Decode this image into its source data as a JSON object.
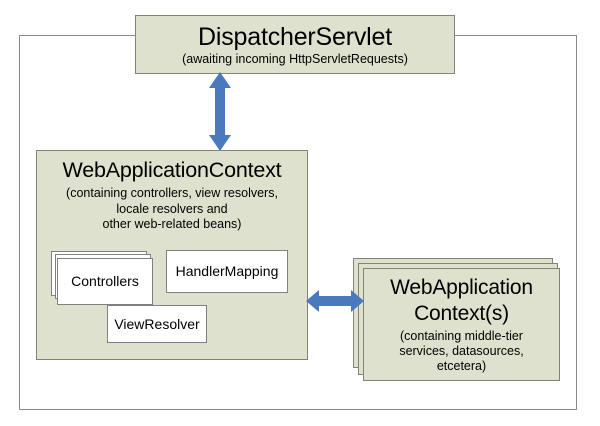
{
  "diagram": {
    "type": "architecture-diagram",
    "palette": {
      "box_fill": "#DEE1CD",
      "box_border": "#7F8573",
      "inner_box_fill": "#FFFFFF",
      "inner_box_border": "#808080",
      "arrow_color": "#4A79BE",
      "frame_border": "#8A8A8A",
      "background": "#FFFFFF",
      "text": "#000000"
    },
    "outer_frame": {
      "name": "servlet-container-frame",
      "label": ""
    },
    "dispatcher_servlet": {
      "title": "DispatcherServlet",
      "subtitle": "(awaiting incoming HttpServletRequests)"
    },
    "web_application_context": {
      "title": "WebApplicationContext",
      "subtitle": "(containing controllers, view resolvers,\nlocale resolvers and\nother web-related beans)",
      "beans": [
        {
          "label": "Controllers",
          "stacked": true,
          "stack_count": 3
        },
        {
          "label": "HandlerMapping",
          "stacked": false,
          "stack_count": 1
        },
        {
          "label": "ViewResolver",
          "stacked": false,
          "stack_count": 1
        }
      ]
    },
    "root_contexts": {
      "title": "WebApplication\nContext(s)",
      "subtitle": "(containing middle-tier\nservices, datasources,\netcetera)",
      "stack_count": 3
    },
    "arrows": [
      {
        "name": "dispatcher-to-web-application-context",
        "orientation": "vertical",
        "double_headed": true,
        "from": "DispatcherServlet",
        "to": "WebApplicationContext"
      },
      {
        "name": "web-application-context-to-root-contexts",
        "orientation": "horizontal",
        "double_headed": true,
        "from": "WebApplicationContext",
        "to": "WebApplication Context(s)"
      }
    ]
  }
}
